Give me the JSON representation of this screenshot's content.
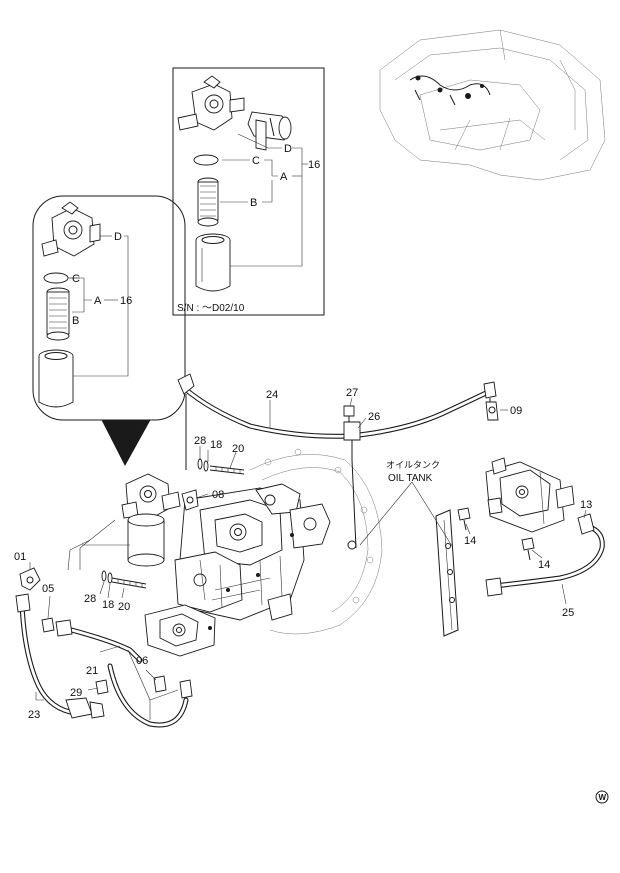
{
  "labels": {
    "top_inset": {
      "d": "D",
      "c": "C",
      "a": "A",
      "b": "B",
      "n16": "16"
    },
    "serial": "S/N  :    ～D02/10",
    "left_inset": {
      "d": "D",
      "c": "C",
      "a": "A",
      "b": "B",
      "n16": "16"
    },
    "oil_tank_jp": "オイルタンク",
    "oil_tank_en": "OIL  TANK",
    "parts": {
      "p01": "01",
      "p05": "05",
      "p06": "06",
      "p08": "08",
      "p09": "09",
      "p13": "13",
      "p14a": "14",
      "p14b": "14",
      "p18a": "18",
      "p18b": "18",
      "p20a": "20",
      "p20b": "20",
      "p21": "21",
      "p23": "23",
      "p24": "24",
      "p25": "25",
      "p26": "26",
      "p27": "27",
      "p28a": "28",
      "p28b": "28",
      "p29": "29"
    },
    "watermark": "W"
  }
}
